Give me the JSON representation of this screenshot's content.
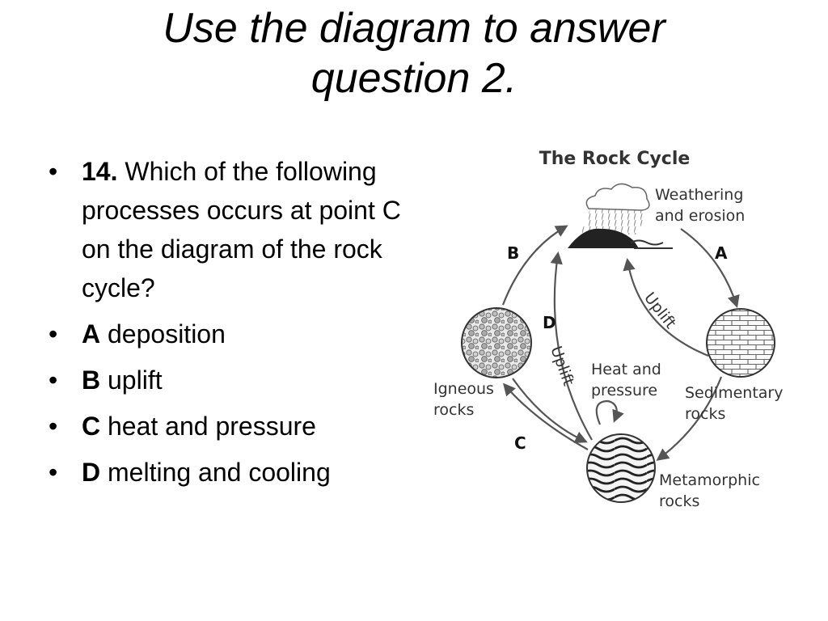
{
  "slide": {
    "title_line1": "Use the diagram to answer",
    "title_line2": "question 2."
  },
  "question": {
    "number": "14.",
    "text": "Which of the following processes occurs at point C on the diagram of the rock cycle?",
    "options": [
      {
        "letter": "A",
        "text": "deposition"
      },
      {
        "letter": "B",
        "text": "uplift"
      },
      {
        "letter": "C",
        "text": "heat and pressure"
      },
      {
        "letter": "D",
        "text": "melting and cooling"
      }
    ]
  },
  "diagram": {
    "title": "The Rock Cycle",
    "weathering_line1": "Weathering",
    "weathering_line2": "and erosion",
    "igneous_line1": "Igneous",
    "igneous_line2": "rocks",
    "sedimentary_line1": "Sedimentary",
    "sedimentary_line2": "rocks",
    "metamorphic_line1": "Metamorphic",
    "metamorphic_line2": "rocks",
    "heat_line1": "Heat and",
    "heat_line2": "pressure",
    "uplift_label": "Uplift",
    "point_a": "A",
    "point_b": "B",
    "point_c": "C",
    "point_d": "D"
  }
}
